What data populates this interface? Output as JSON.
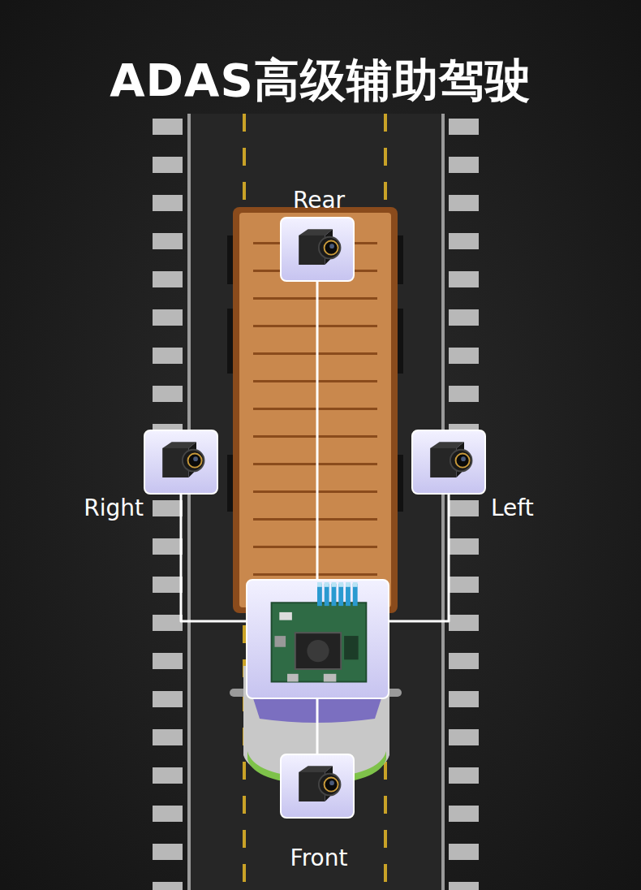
{
  "diagram": {
    "title": "ADAS高级辅助驾驶",
    "nodes": [
      {
        "text": [
          "Rear"
        ]
      },
      {
        "text": [
          "Right"
        ]
      },
      {
        "text": [
          "Left"
        ]
      },
      {
        "text": []
      },
      {
        "text": [
          "Front"
        ]
      }
    ],
    "edges": [
      {
        "from": 0,
        "to": 3,
        "arrow": "none"
      },
      {
        "from": 1,
        "to": 3,
        "arrow": "none"
      },
      {
        "from": 2,
        "to": 3,
        "arrow": "none"
      },
      {
        "from": 4,
        "to": 3,
        "arrow": "none"
      }
    ]
  }
}
